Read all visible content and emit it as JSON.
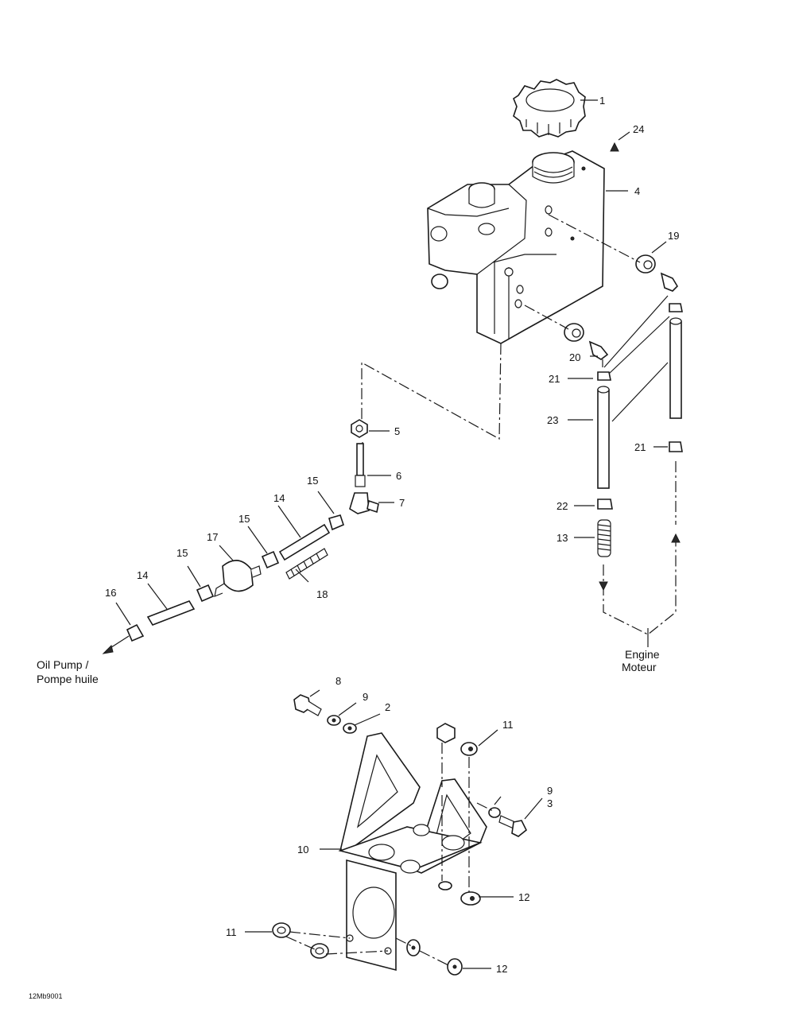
{
  "callouts": {
    "c1": "1",
    "c24": "24",
    "c4": "4",
    "c19": "19",
    "c20": "20",
    "c21a": "21",
    "c23": "23",
    "c21b": "21",
    "c22": "22",
    "c13": "13",
    "c5": "5",
    "c6": "6",
    "c7": "7",
    "c15a": "15",
    "c14a": "14",
    "c15b": "15",
    "c17": "17",
    "c15c": "15",
    "c14b": "14",
    "c16": "16",
    "c18": "18",
    "c8": "8",
    "c9a": "9",
    "c2": "2",
    "c11a": "11",
    "c9b": "9",
    "c3": "3",
    "c10": "10",
    "c12a": "12",
    "c11b": "11",
    "c12b": "12"
  },
  "labels": {
    "oil_pump_line1": "Oil Pump /",
    "oil_pump_line2": "Pompe huile",
    "engine_line1": "Engine",
    "engine_line2": "Moteur"
  },
  "figure_code": "12Mb9001"
}
